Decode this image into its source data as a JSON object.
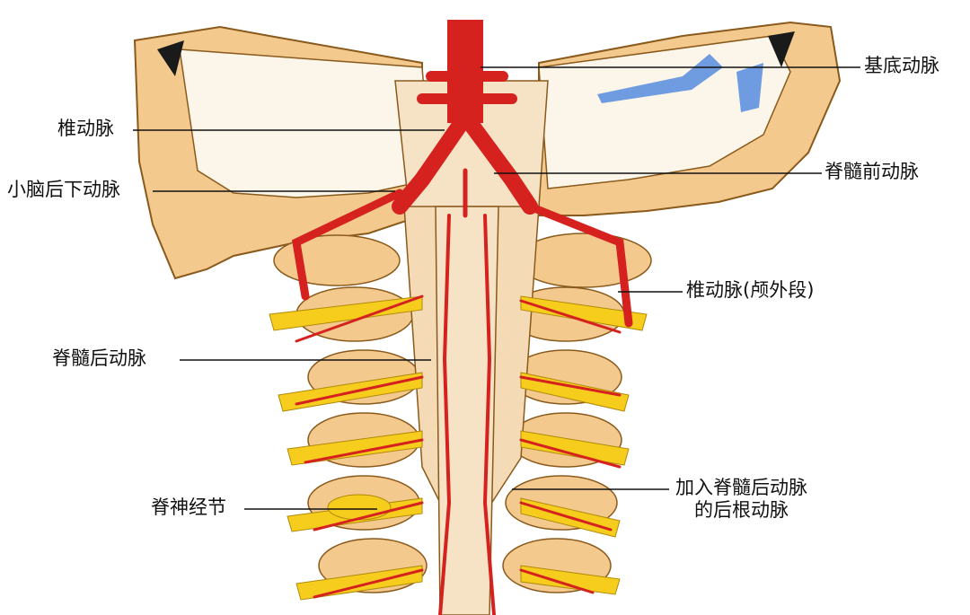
{
  "labels": {
    "basilar_artery": "基底动脉",
    "vertebral_artery": "椎动脉",
    "pica": "小脑后下动脉",
    "anterior_spinal_artery": "脊髓前动脉",
    "vertebral_artery_extracranial": "椎动脉(颅外段)",
    "posterior_spinal_artery": "脊髓后动脉",
    "spinal_ganglion": "脊神经节",
    "radicular_artery_line1": "加入脊髓后动脉",
    "radicular_artery_line2": "的后根动脉"
  },
  "colors": {
    "artery": "#d6221f",
    "bone": "#f3c98d",
    "bone_dark": "#d9962f",
    "nerve": "#f6cc1d",
    "cord": "#f6e3c6",
    "brain": "#fbf5ea",
    "dura": "#f4dbb6",
    "vein": "#6f9be0",
    "leader": "#111111"
  }
}
